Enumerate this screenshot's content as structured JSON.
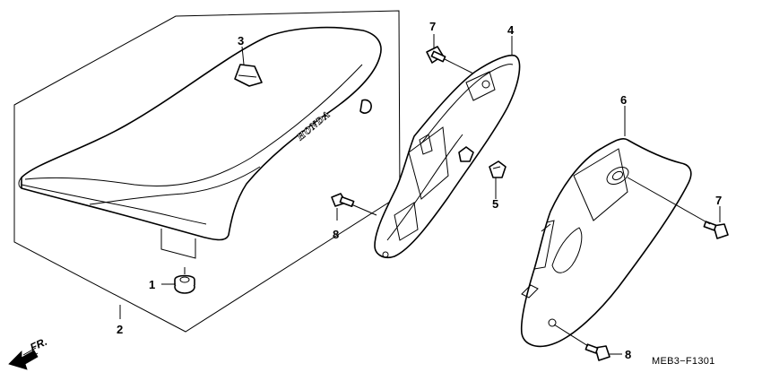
{
  "diagram_code": "MEB3−F1301",
  "direction_label": "FR.",
  "seat_brand": "HONDA",
  "callouts": {
    "c1": "1",
    "c2": "2",
    "c3": "3",
    "c4": "4",
    "c5": "5",
    "c6": "6",
    "c7a": "7",
    "c7b": "7",
    "c8a": "8",
    "c8b": "8"
  }
}
